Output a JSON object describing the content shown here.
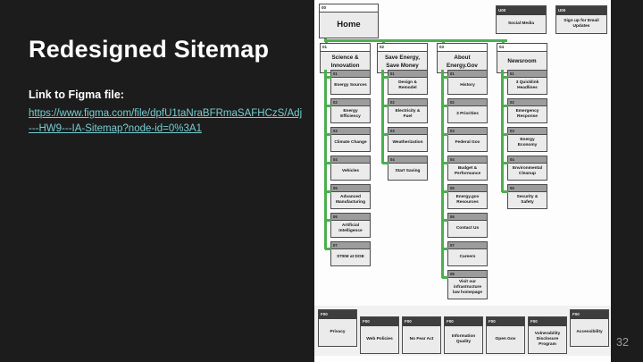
{
  "slide": {
    "title": "Redesigned Sitemap",
    "link_label": "Link to Figma file:",
    "link_line1": "https://www.figma.com/file/dpfU1taNraBFRmaSAFHCzS/Adj",
    "link_line2": "---HW9---IA-Sitemap?node-id=0%3A1",
    "page_number": "32"
  },
  "colors": {
    "background": "#1c1c1c",
    "panel": "#fdfdfd",
    "connector_green": "#4bae4f",
    "link_teal": "#76ced2"
  },
  "sitemap": {
    "home": {
      "code": "00",
      "label": "Home"
    },
    "utility_pages": [
      {
        "code": "U00",
        "label": "Social Media"
      },
      {
        "code": "U00",
        "label": "Sign up for Email Updates"
      }
    ],
    "sections": [
      {
        "code": "01",
        "label": "Science & Innovation",
        "children": [
          {
            "code": "01",
            "label": "Energy Sources"
          },
          {
            "code": "02",
            "label": "Energy Efficiency"
          },
          {
            "code": "03",
            "label": "Climate Change"
          },
          {
            "code": "04",
            "label": "Vehicles"
          },
          {
            "code": "05",
            "label": "Advanced Manufacturing"
          },
          {
            "code": "06",
            "label": "Artificial Intelligence"
          },
          {
            "code": "07",
            "label": "STEM at DOE"
          }
        ]
      },
      {
        "code": "02",
        "label": "Save Energy, Save Money",
        "children": [
          {
            "code": "01",
            "label": "Design & Remodel"
          },
          {
            "code": "02",
            "label": "Electricity & Fuel"
          },
          {
            "code": "03",
            "label": "Weatherization"
          },
          {
            "code": "04",
            "label": "Start Saving"
          }
        ]
      },
      {
        "code": "03",
        "label": "About Energy.Gov",
        "children": [
          {
            "code": "01",
            "label": "History"
          },
          {
            "code": "02",
            "label": "3 Priorities"
          },
          {
            "code": "03",
            "label": "Federal Gov"
          },
          {
            "code": "04",
            "label": "Budget & Performance"
          },
          {
            "code": "05",
            "label": "Energy.gov Resources"
          },
          {
            "code": "06",
            "label": "Contact Us"
          },
          {
            "code": "07",
            "label": "Careers"
          },
          {
            "code": "08",
            "label": "Visit our infrastructure law homepage"
          }
        ]
      },
      {
        "code": "04",
        "label": "Newsroom",
        "children": [
          {
            "code": "01",
            "label": "3 Quicklink Headlines"
          },
          {
            "code": "02",
            "label": "Emergency Response"
          },
          {
            "code": "03",
            "label": "Energy Economy"
          },
          {
            "code": "04",
            "label": "Environmental Cleanup"
          },
          {
            "code": "05",
            "label": "Security & Safety"
          }
        ]
      }
    ],
    "footer_pages": [
      {
        "code": "F00",
        "label": "Privacy"
      },
      {
        "code": "F00",
        "label": "Web Policies"
      },
      {
        "code": "F00",
        "label": "No Fear Act"
      },
      {
        "code": "F00",
        "label": "Information Quality"
      },
      {
        "code": "F00",
        "label": "Open Gov"
      },
      {
        "code": "F00",
        "label": "Vulnerability Disclosure Program"
      },
      {
        "code": "F00",
        "label": "Accessibility"
      }
    ]
  }
}
